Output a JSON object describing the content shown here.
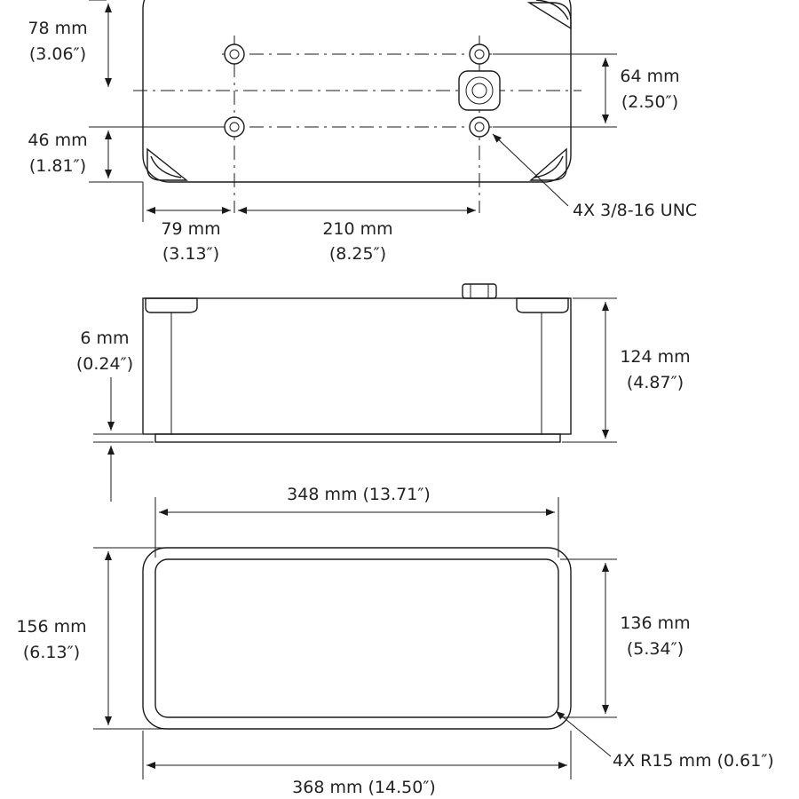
{
  "top_view": {
    "dim_78": {
      "metric": "78 mm",
      "imperial": "(3.06″)"
    },
    "dim_46": {
      "metric": "46 mm",
      "imperial": "(1.81″)"
    },
    "dim_64": {
      "metric": "64 mm",
      "imperial": "(2.50″)"
    },
    "dim_79": {
      "metric": "79 mm",
      "imperial": "(3.13″)"
    },
    "dim_210": {
      "metric": "210 mm",
      "imperial": "(8.25″)"
    },
    "thread_callout": "4X 3/8-16 UNC"
  },
  "side_view": {
    "dim_6": {
      "metric": "6 mm",
      "imperial": "(0.24″)"
    },
    "dim_124": {
      "metric": "124 mm",
      "imperial": "(4.87″)"
    }
  },
  "bottom_view": {
    "dim_348": "348 mm (13.71″)",
    "dim_156": {
      "metric": "156 mm",
      "imperial": "(6.13″)"
    },
    "dim_136": {
      "metric": "136 mm",
      "imperial": "(5.34″)"
    },
    "radius_callout": "4X R15 mm (0.61″)",
    "dim_368": "368 mm (14.50″)"
  }
}
